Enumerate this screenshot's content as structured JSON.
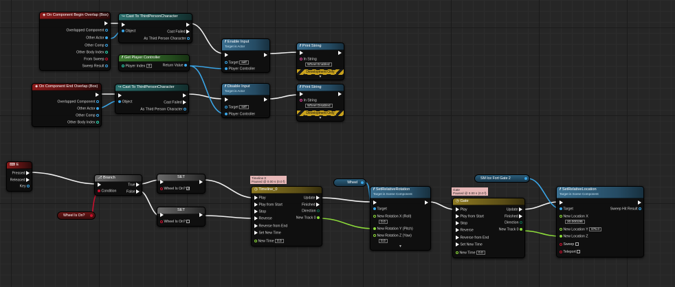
{
  "colors": {
    "event": "#8a1a1a",
    "cast": "#2b6e6c",
    "pure": "#3d7a31",
    "function": "#3a6f90",
    "timeline": "#8e7a22",
    "exec_wire": "#ffffff",
    "object_wire": "#3aa6e8",
    "float_wire": "#8ddc3a",
    "bool_wire": "#c8102e"
  },
  "nodes": {
    "begin_overlap": {
      "title": "On Component Begin Overlap (Box)",
      "pins": [
        "Overlapped Component",
        "Other Actor",
        "Other Comp",
        "Other Body Index",
        "From Sweep",
        "Sweep Result"
      ]
    },
    "end_overlap": {
      "title": "On Component End Overlap (Box)",
      "pins": [
        "Overlapped Component",
        "Other Actor",
        "Other Comp",
        "Other Body Index"
      ]
    },
    "cast1": {
      "title": "Cast To ThirdPersonCharacter",
      "object": "Object",
      "failed": "Cast Failed",
      "as": "As Third Person Character"
    },
    "cast2": {
      "title": "Cast To ThirdPersonCharacter",
      "object": "Object",
      "failed": "Cast Failed",
      "as": "As Third Person Character"
    },
    "get_pc": {
      "title": "Get Player Controller",
      "index_label": "Player Index",
      "index_value": "0",
      "return": "Return Value"
    },
    "enable_input": {
      "title": "Enable Input",
      "subtitle": "Target is Actor",
      "target": "Target",
      "target_value": "self",
      "pc": "Player Controller"
    },
    "disable_input": {
      "title": "Disable Input",
      "subtitle": "Target is Actor",
      "target": "Target",
      "target_value": "self",
      "pc": "Player Controller"
    },
    "print1": {
      "title": "Print String",
      "in_label": "In String",
      "in_value": "Wheel Enabled",
      "dev": "Development Only"
    },
    "print2": {
      "title": "Print String",
      "in_label": "In String",
      "in_value": "Wheel Disabled",
      "dev": "Development Only"
    },
    "key_e": {
      "title": "E",
      "pressed": "Pressed",
      "released": "Released",
      "key": "Key"
    },
    "branch": {
      "title": "Branch",
      "condition": "Condition",
      "true": "True",
      "false": "False"
    },
    "set1": {
      "title": "SET",
      "var": "Wheel Is On?",
      "checked": "✓"
    },
    "set2": {
      "title": "SET",
      "var": "Wheel Is On?",
      "checked": ""
    },
    "wheel_is_on": {
      "label": "Wheel Is On?"
    },
    "timeline0": {
      "title": "Timeline_0",
      "caption_line1": "Timeline 0",
      "caption_line2": "Paused @ 0.00 s (0.0 f)",
      "inputs": [
        "Play",
        "Play from Start",
        "Stop",
        "Reverse",
        "Reverse from End",
        "Set New Time"
      ],
      "new_time_label": "New Time",
      "new_time_value": "0.0",
      "outputs": [
        "Update",
        "Finished",
        "Direction",
        "New Track 0"
      ]
    },
    "wheel_var": {
      "label": "Wheel"
    },
    "set_rotation": {
      "title": "SetRelativeRotation",
      "subtitle": "Target is Scene Component",
      "target": "Target",
      "rx_label": "New Rotation X (Roll)",
      "rx": "0.0",
      "ry_label": "New Rotation Y (Pitch)",
      "ry": "0.0",
      "rz_label": "New Rotation Z (Yaw)",
      "rz": "0.0"
    },
    "gate": {
      "title": "Gate",
      "caption_line1": "Gate",
      "caption_line2": "Paused @ 0.00 s (0.0 f)",
      "inputs": [
        "Play",
        "Play from Start",
        "Stop",
        "Reverse",
        "Reverse from End",
        "Set New Time"
      ],
      "new_time_label": "New Time",
      "new_time_value": "0.0",
      "outputs": [
        "Update",
        "Finished",
        "Direction",
        "New Track 0"
      ]
    },
    "sm_var": {
      "label": "SM Ice Fort Gate 2"
    },
    "set_location": {
      "title": "SetRelativeLocation",
      "subtitle": "Target is Scene Component",
      "target": "Target",
      "hit": "Sweep Hit Result",
      "x_label": "New Location X",
      "x": "20.000195",
      "y_label": "New Location Y",
      "y": "875.0",
      "z_label": "New Location Z",
      "sweep": "Sweep",
      "teleport": "Teleport"
    }
  }
}
